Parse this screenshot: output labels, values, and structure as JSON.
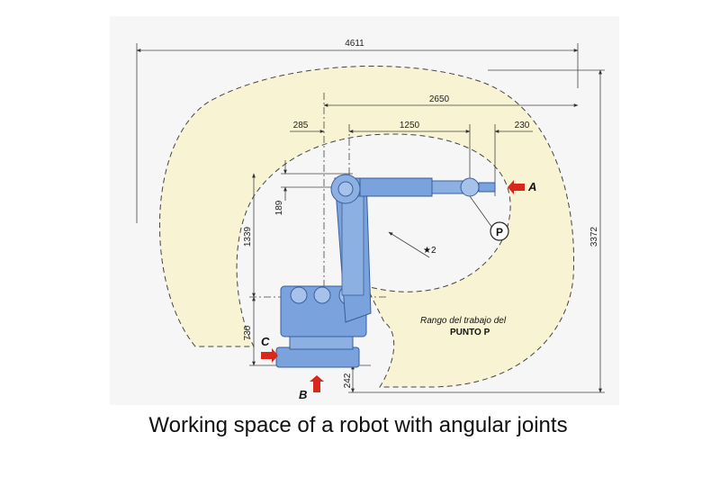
{
  "diagram": {
    "dimensions": {
      "d4611": "4611",
      "d2650": "2650",
      "d285": "285",
      "d1250": "1250",
      "d230": "230",
      "d189": "189",
      "d1339": "1339",
      "d730": "730",
      "d242": "242",
      "d3372": "3372"
    },
    "point_labels": {
      "a": "A",
      "b": "B",
      "c": "C",
      "p": "P"
    },
    "star_label": "★2",
    "range_label_line1": "Rango del trabajo del",
    "range_label_line2": "PUNTO P",
    "colors": {
      "workspace": "#f8f3d2",
      "robot": "#7aa2dc",
      "robot_dark": "#3a5f9c",
      "arrow": "#d8281c",
      "background_panel": "#f5f5f5"
    }
  },
  "caption": "Working space of a robot with angular joints"
}
